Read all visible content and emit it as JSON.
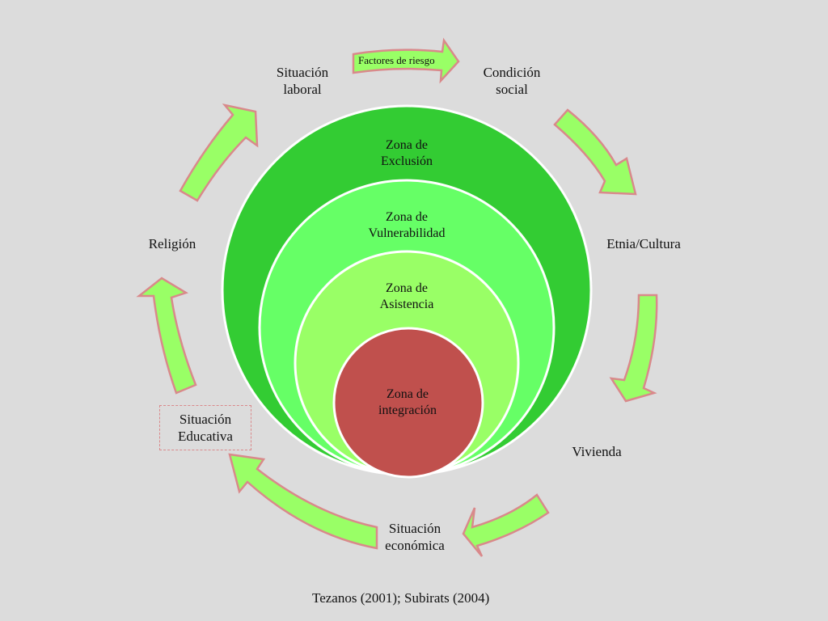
{
  "diagram": {
    "arrow_fill": "#99ff66",
    "arrow_stroke": "#d9898b",
    "zones": [
      {
        "line1": "Zona de",
        "line2": "Exclusión",
        "color": "#33cc33"
      },
      {
        "line1": "Zona de",
        "line2": "Vulnerabilidad",
        "color": "#66ff66"
      },
      {
        "line1": "Zona de",
        "line2": "Asistencia",
        "color": "#99ff66"
      },
      {
        "line1": "Zona de",
        "line2": "integración",
        "color": "#c0504d"
      }
    ],
    "risk_factors_label": "Factores de riesgo",
    "factors": [
      {
        "line1": "Situación",
        "line2": "laboral"
      },
      {
        "line1": "Condición",
        "line2": "social"
      },
      {
        "line1": "Etnia/Cultura",
        "line2": ""
      },
      {
        "line1": "Vivienda",
        "line2": ""
      },
      {
        "line1": "Situación",
        "line2": "económica"
      },
      {
        "line1": "Situación",
        "line2": "Educativa"
      },
      {
        "line1": "Religión",
        "line2": ""
      }
    ],
    "citation": "Tezanos (2001); Subirats (2004)"
  }
}
